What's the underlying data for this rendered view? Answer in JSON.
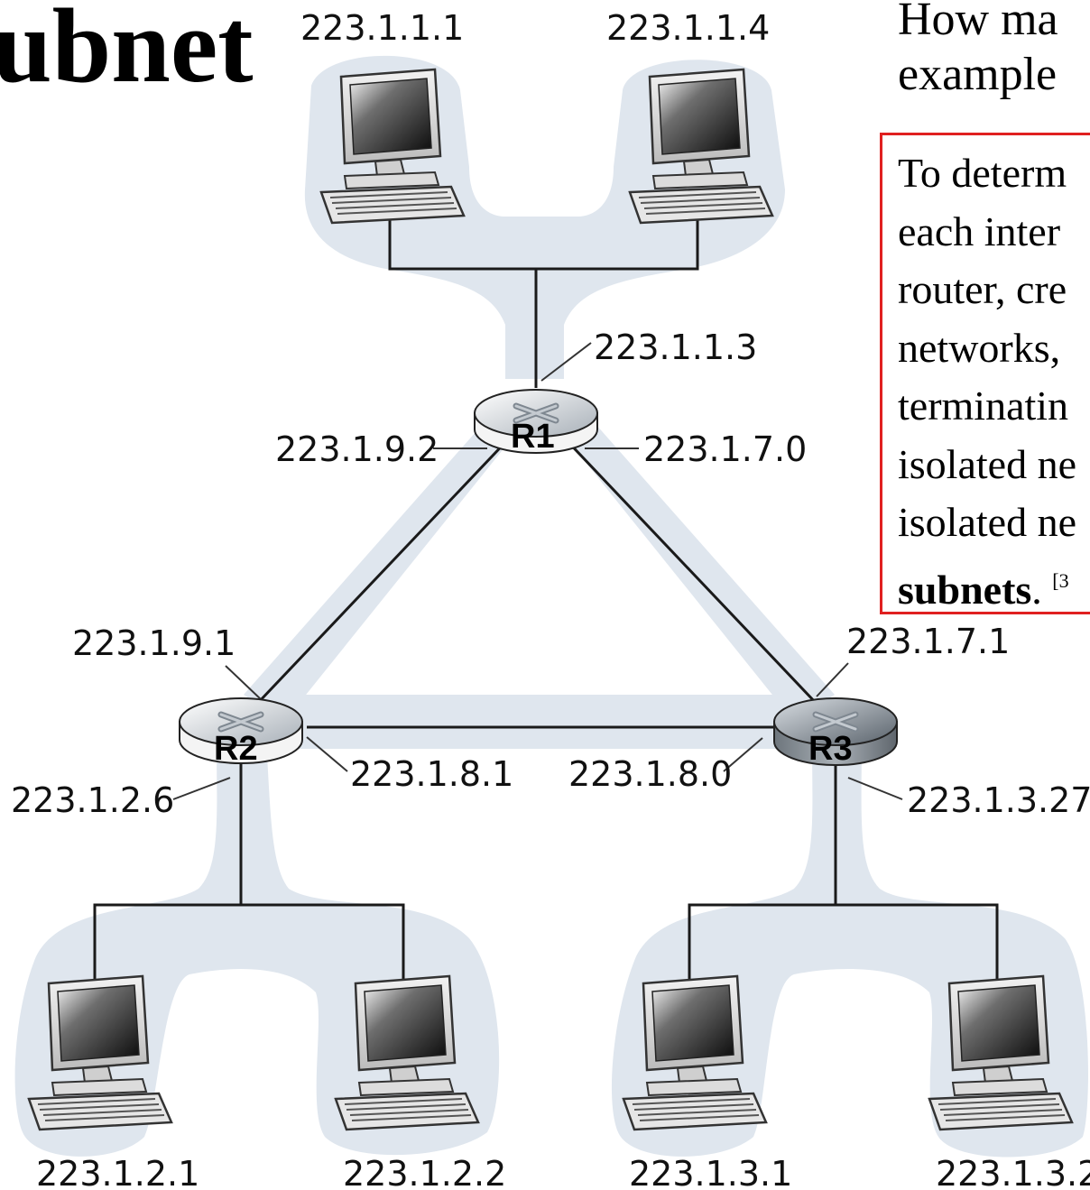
{
  "slide": {
    "title": "ubnet",
    "question": [
      "How ma",
      "example"
    ],
    "answer": {
      "lines": [
        "To determ",
        "each inter",
        "router, cre",
        "networks,",
        "terminatin",
        "isolated ne",
        "isolated ne"
      ],
      "bold_word": "subnets",
      "tail": ".",
      "footnote": "[3"
    }
  },
  "routers": [
    {
      "name": "R1"
    },
    {
      "name": "R2"
    },
    {
      "name": "R3"
    }
  ],
  "addresses": {
    "host_a": "223.1.1.1",
    "host_b": "223.1.1.4",
    "r1_upper": "223.1.1.3",
    "r1_left": "223.1.9.2",
    "r1_right": "223.1.7.0",
    "r2_upper": "223.1.9.1",
    "r3_upper": "223.1.7.1",
    "r2_right": "223.1.8.1",
    "r3_left": "223.1.8.0",
    "r2_lower": "223.1.2.6",
    "r3_lower": "223.1.3.27",
    "host_c": "223.1.2.1",
    "host_d": "223.1.2.2",
    "host_e": "223.1.3.1",
    "host_f": "223.1.3.2"
  },
  "colors": {
    "subnet_shade": "#dfe6ee",
    "wire": "#1a1a1a",
    "answer_border": "#e02020"
  }
}
